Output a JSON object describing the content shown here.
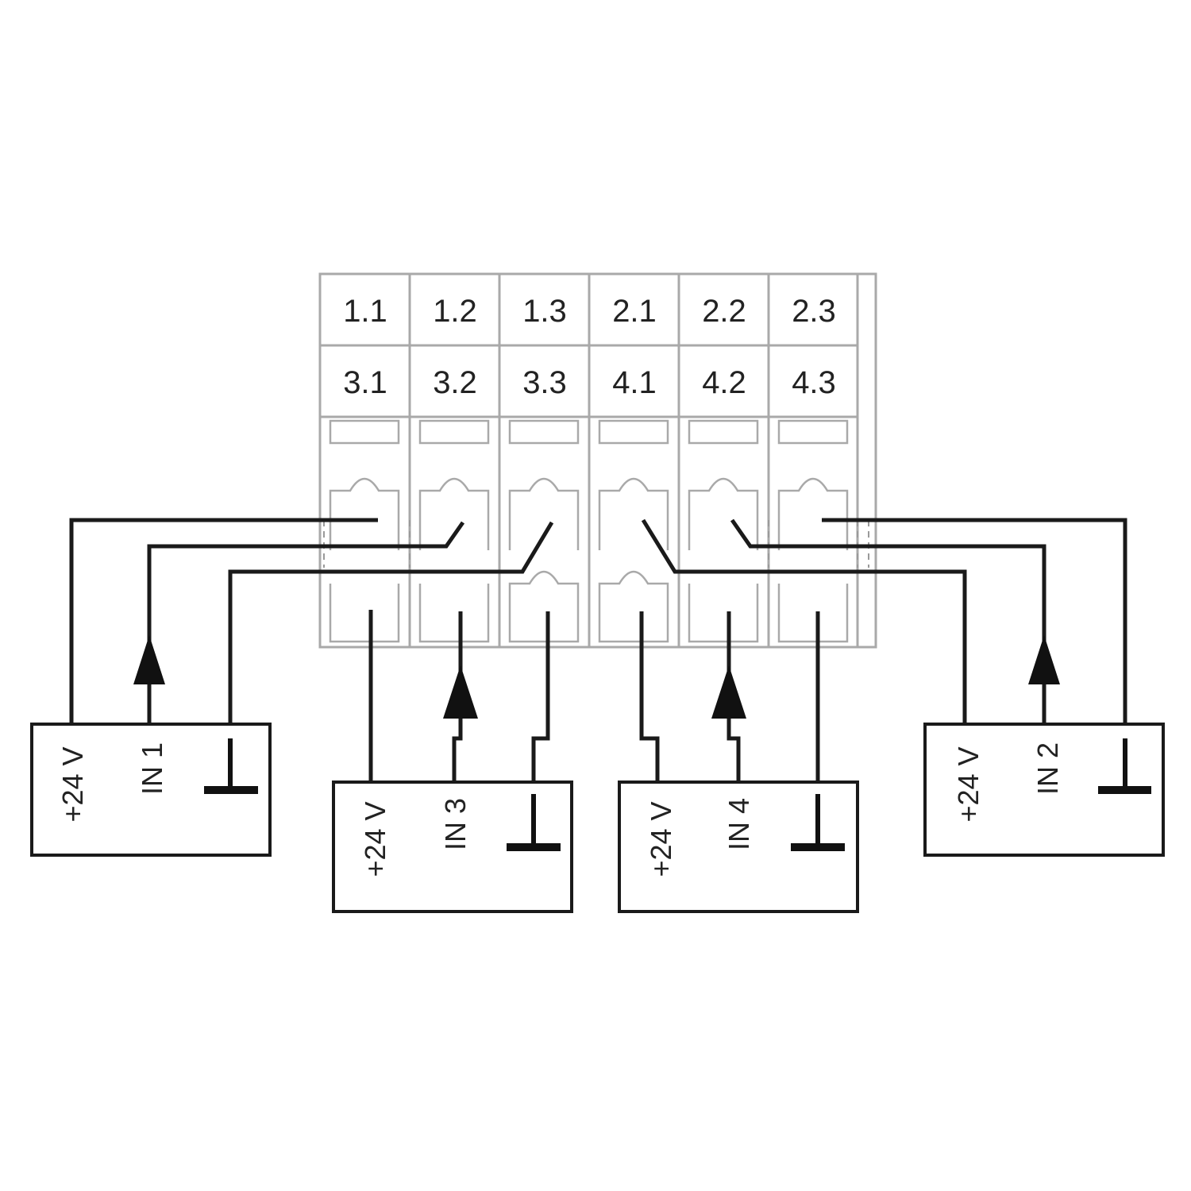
{
  "terminal_block": {
    "top_row": [
      "1.1",
      "1.2",
      "1.3",
      "2.1",
      "2.2",
      "2.3"
    ],
    "bottom_row": [
      "3.1",
      "3.2",
      "3.3",
      "4.1",
      "4.2",
      "4.3"
    ]
  },
  "devices": [
    {
      "supply_label": "+24 V",
      "input_label": "IN 1"
    },
    {
      "supply_label": "+24 V",
      "input_label": "IN 3"
    },
    {
      "supply_label": "+24 V",
      "input_label": "IN 4"
    },
    {
      "supply_label": "+24 V",
      "input_label": "IN 2"
    }
  ]
}
